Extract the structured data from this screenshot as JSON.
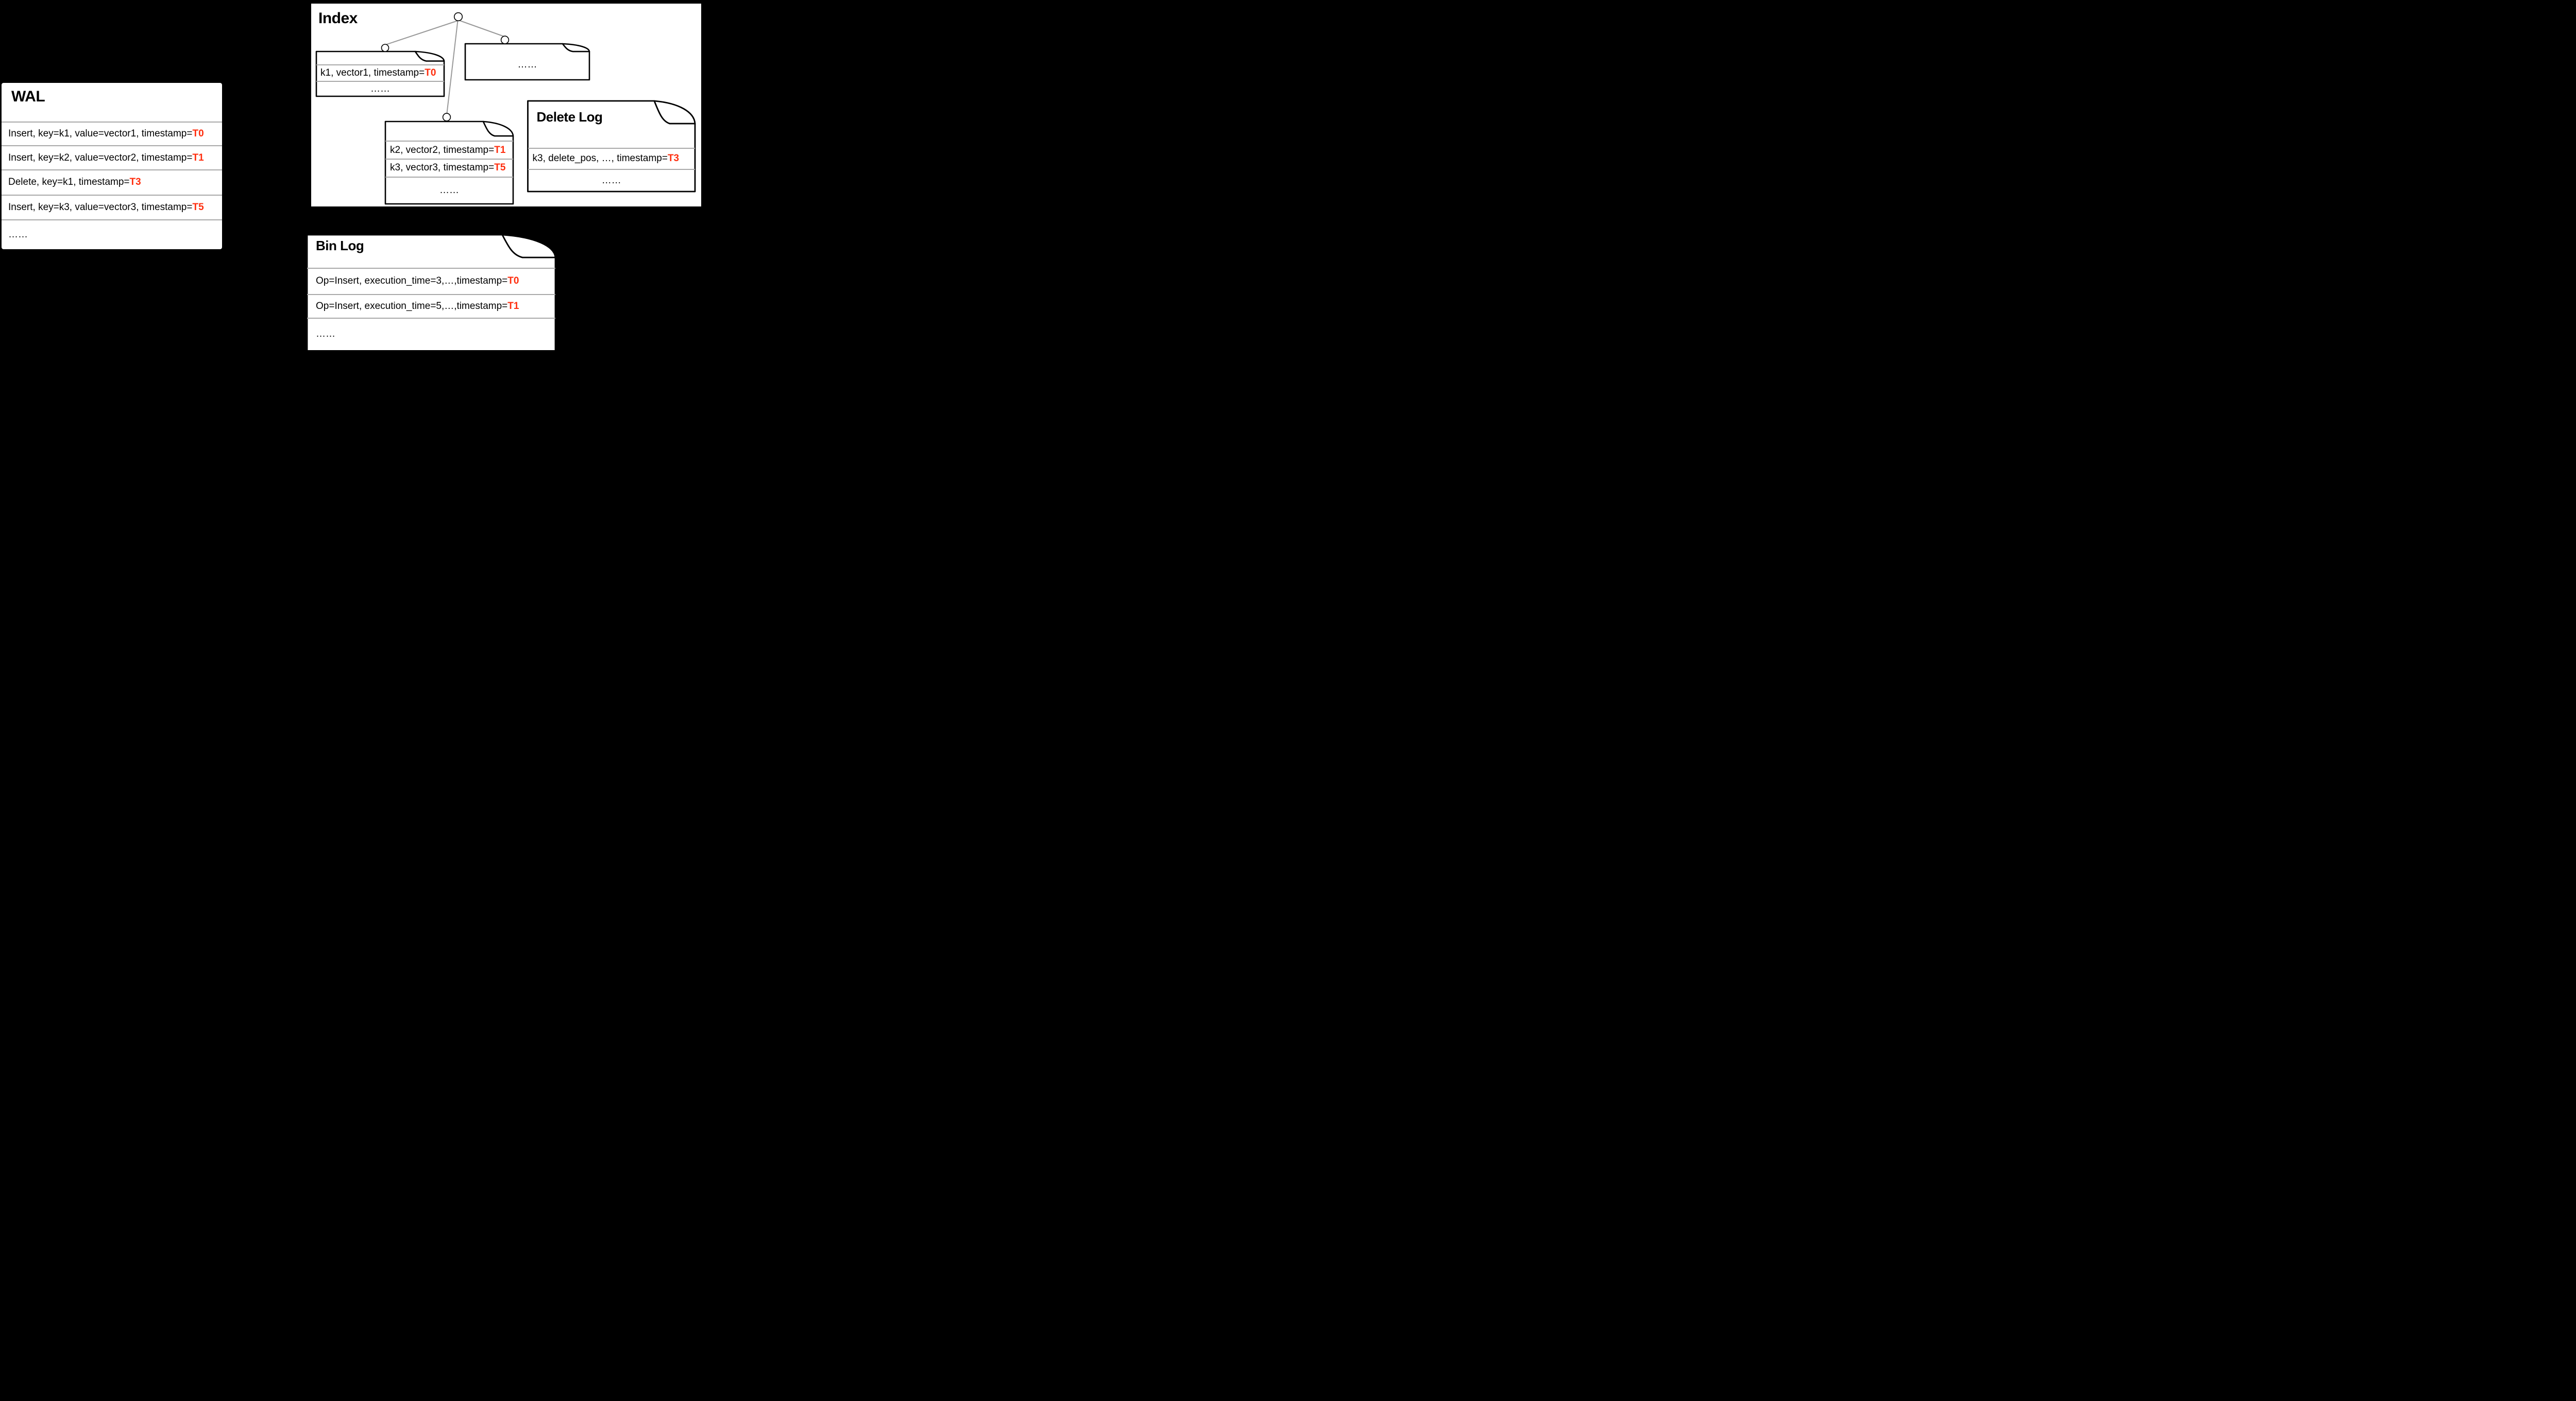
{
  "wal": {
    "title": "WAL",
    "rows": [
      {
        "text": "Insert, key=k1, value=vector1, timestamp=",
        "ts": "T0"
      },
      {
        "text": "Insert, key=k2, value=vector2, timestamp=",
        "ts": "T1"
      },
      {
        "text": "Delete, key=k1, timestamp=",
        "ts": "T3"
      },
      {
        "text": "Insert, key=k3, value=vector3, timestamp=",
        "ts": "T5"
      },
      {
        "text": "……"
      }
    ]
  },
  "index": {
    "title": "Index",
    "node_k1": {
      "rows": [
        {
          "text": "k1, vector1, timestamp=",
          "ts": "T0"
        },
        {
          "text": "……"
        }
      ]
    },
    "node_more": {
      "text": "……"
    },
    "node_k2k3": {
      "rows": [
        {
          "text": "k2, vector2, timestamp=",
          "ts": "T1"
        },
        {
          "text": "k3, vector3, timestamp=",
          "ts": "T5"
        },
        {
          "text": "……"
        }
      ]
    },
    "delete_log": {
      "title": "Delete Log",
      "rows": [
        {
          "text": "k3, delete_pos, …, timestamp=",
          "ts": "T3"
        },
        {
          "text": "……"
        }
      ]
    }
  },
  "bin_log": {
    "title": "Bin Log",
    "rows": [
      {
        "text": "Op=Insert, execution_time=3,…,timestamp=",
        "ts": "T0"
      },
      {
        "text": "Op=Insert, execution_time=5,…,timestamp=",
        "ts": "T1"
      },
      {
        "text": "……"
      }
    ]
  },
  "colors": {
    "timestamp_highlight": "#FF2D0D",
    "separator_gray": "#A9A9A9",
    "tree_edge_gray": "#999999",
    "background": "#000000",
    "panel": "#FFFFFF"
  }
}
